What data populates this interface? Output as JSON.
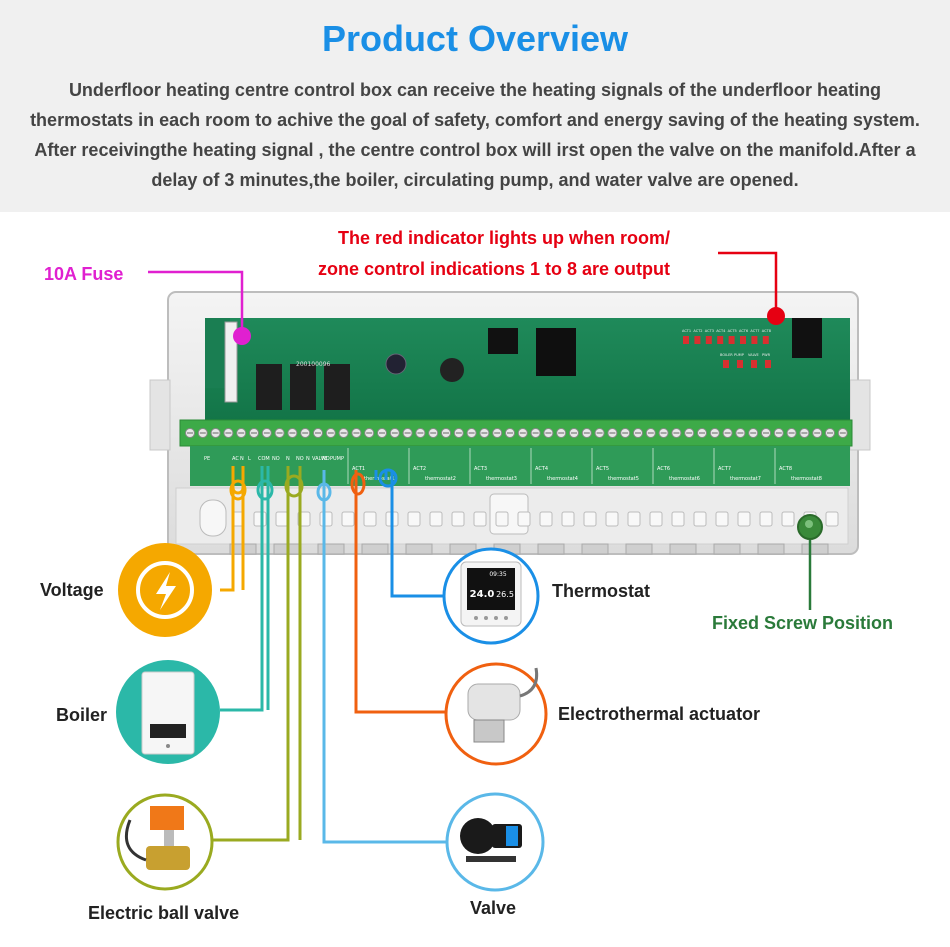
{
  "header": {
    "title": "Product Overview",
    "description": "Underfloor heating centre control box can receive the heating signals of the underfloor heating thermostats in each room to achive the goal of safety, comfort and energy saving of the heating system. After receivingthe heating signal , the centre control box will irst open the valve on the manifold.After a delay of 3 minutes,the boiler, circulating pump, and water valve are opened."
  },
  "callouts": {
    "fuse": "10A Fuse",
    "indicator_line1": "The red indicator lights up when room/",
    "indicator_line2": "zone control indications 1 to 8 are output",
    "screw": "Fixed Screw Position"
  },
  "board": {
    "serial": "200100096",
    "terminals": [
      "PE",
      "AC",
      "N",
      "L",
      "COM",
      "NO",
      "N",
      "NO",
      "N",
      "VALVE",
      "NO",
      "PUMP"
    ],
    "zones": [
      {
        "act": "ACT1",
        "label": "thermostat1"
      },
      {
        "act": "ACT2",
        "label": "thermostat2"
      },
      {
        "act": "ACT3",
        "label": "thermostat3"
      },
      {
        "act": "ACT4",
        "label": "thermostat4"
      },
      {
        "act": "ACT5",
        "label": "thermostat5"
      },
      {
        "act": "ACT6",
        "label": "thermostat6"
      },
      {
        "act": "ACT7",
        "label": "thermostat7"
      },
      {
        "act": "ACT8",
        "label": "thermostat8"
      }
    ],
    "led_labels_top": [
      "ACT1",
      "ACT2",
      "ACT3",
      "ACT4",
      "ACT5",
      "ACT6",
      "ACT7",
      "ACT8"
    ],
    "led_labels_bottom": [
      "BOILER",
      "PUMP",
      "VALVE",
      "PWR"
    ],
    "thermostat_display": {
      "time": "09:35",
      "temp1": "24.0",
      "temp2": "26.5"
    }
  },
  "devices": {
    "voltage": "Voltage",
    "boiler": "Boiler",
    "ball_valve": "Electric ball valve",
    "thermostat": "Thermostat",
    "actuator": "Electrothermal actuator",
    "valve": "Valve"
  },
  "colors": {
    "title": "#1a8fe6",
    "fuse": "#e020d0",
    "indicator": "#e60012",
    "screw": "#2a7a3a",
    "voltage": "#f5a800",
    "boiler": "#2bb8a8",
    "ball_valve": "#9aaa20",
    "thermostat": "#1a8fe6",
    "actuator": "#f06010",
    "valve": "#5ab8e8"
  }
}
